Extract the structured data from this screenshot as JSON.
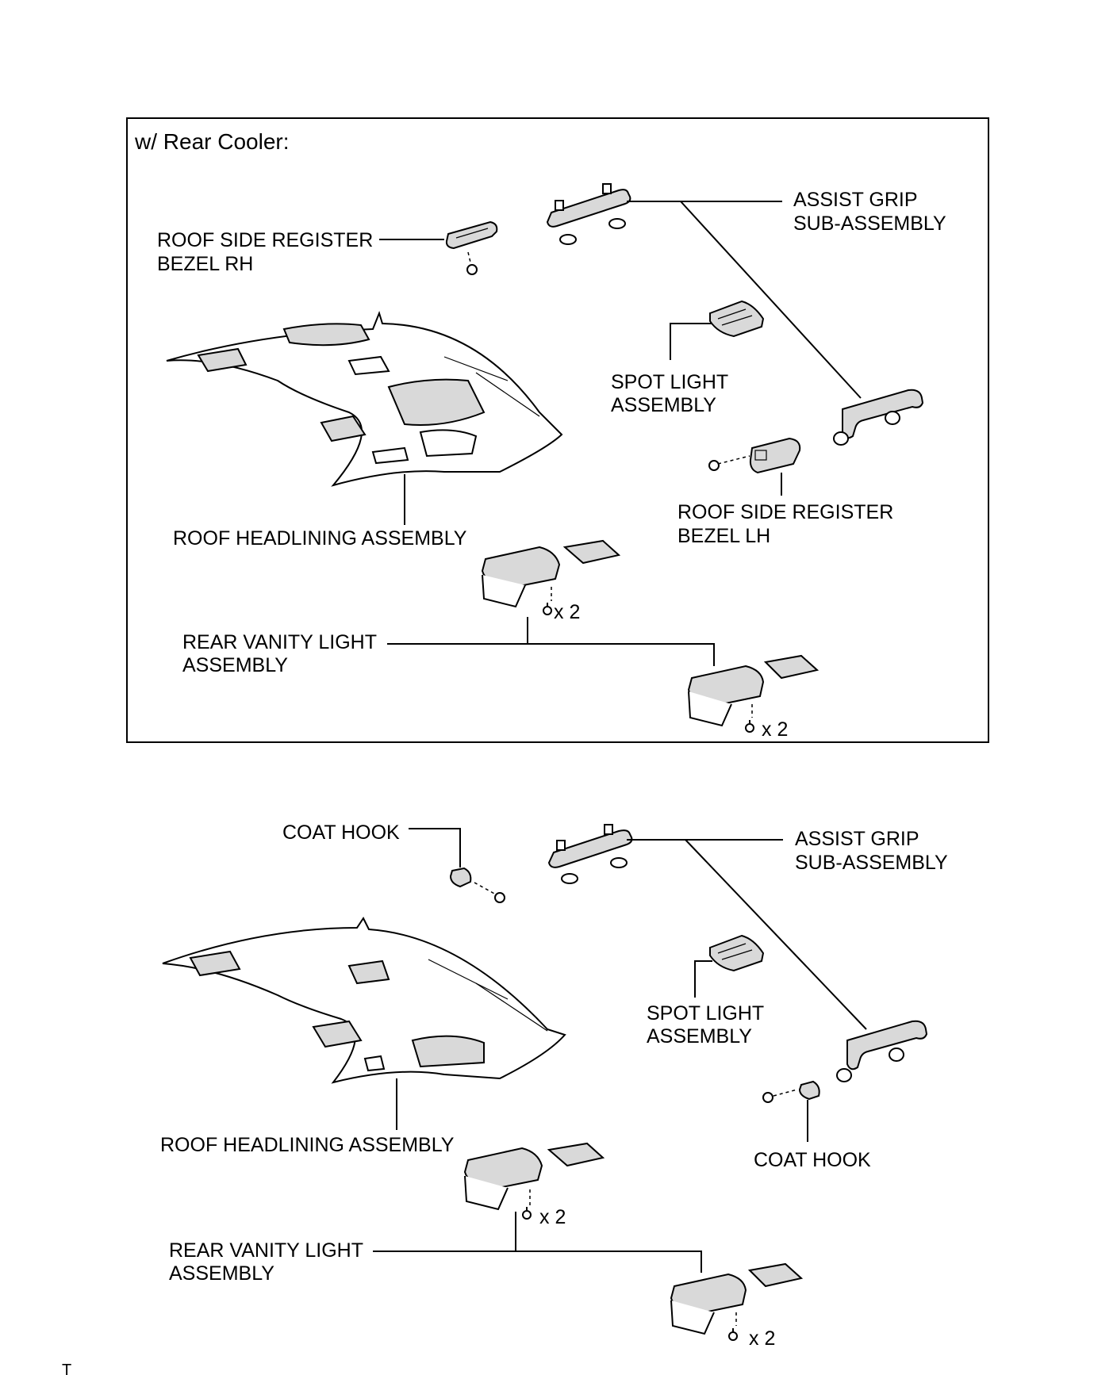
{
  "top_panel": {
    "heading": "w/ Rear Cooler:",
    "labels": {
      "assist_grip": [
        "ASSIST GRIP",
        "SUB-ASSEMBLY"
      ],
      "roof_side_register_rh": [
        "ROOF SIDE REGISTER",
        "BEZEL RH"
      ],
      "spot_light": [
        "SPOT LIGHT",
        "ASSEMBLY"
      ],
      "roof_side_register_lh": [
        "ROOF SIDE REGISTER",
        "BEZEL LH"
      ],
      "roof_headlining": "ROOF HEADLINING ASSEMBLY",
      "rear_vanity_light": [
        "REAR VANITY LIGHT",
        "ASSEMBLY"
      ],
      "qty_1": "x 2",
      "qty_2": "x 2"
    }
  },
  "bottom_panel": {
    "labels": {
      "coat_hook_top": "COAT HOOK",
      "assist_grip": [
        "ASSIST GRIP",
        "SUB-ASSEMBLY"
      ],
      "spot_light": [
        "SPOT LIGHT",
        "ASSEMBLY"
      ],
      "roof_headlining": "ROOF HEADLINING ASSEMBLY",
      "coat_hook_bottom": "COAT HOOK",
      "rear_vanity_light": [
        "REAR VANITY LIGHT",
        "ASSEMBLY"
      ],
      "qty_1": "x 2",
      "qty_2": "x 2"
    }
  },
  "footer": {
    "code": "T"
  }
}
